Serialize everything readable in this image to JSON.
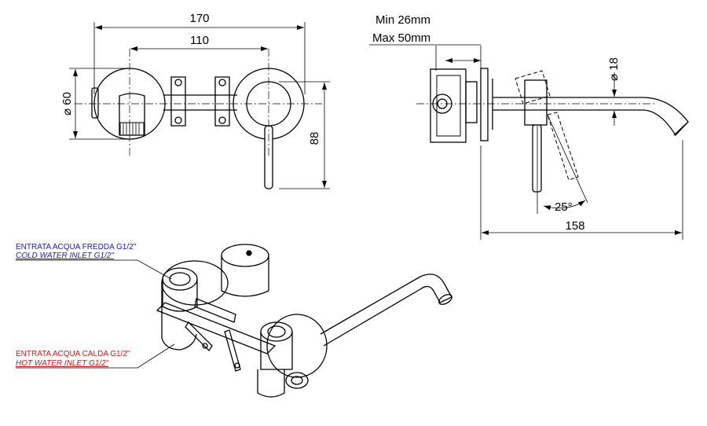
{
  "front_view": {
    "width_total": "170",
    "width_centers": "110",
    "diameter": "⌀ 60",
    "height": "88"
  },
  "side_view": {
    "wall_min": "Min 26mm",
    "wall_max": "Max 50mm",
    "diameter": "⌀ 18",
    "angle": "25°",
    "length": "158"
  },
  "inlets": {
    "cold": {
      "label_it": "ENTRATA ACQUA FREDDA G1/2\"",
      "label_en": "COLD WATER INLET G1/2\"",
      "color": "#1a1acc"
    },
    "hot": {
      "label_it": "ENTRATA ACQUA CALDA G1/2\"",
      "label_en": "HOT WATER INLET G1/2\"",
      "color": "#cc1a1a"
    }
  }
}
